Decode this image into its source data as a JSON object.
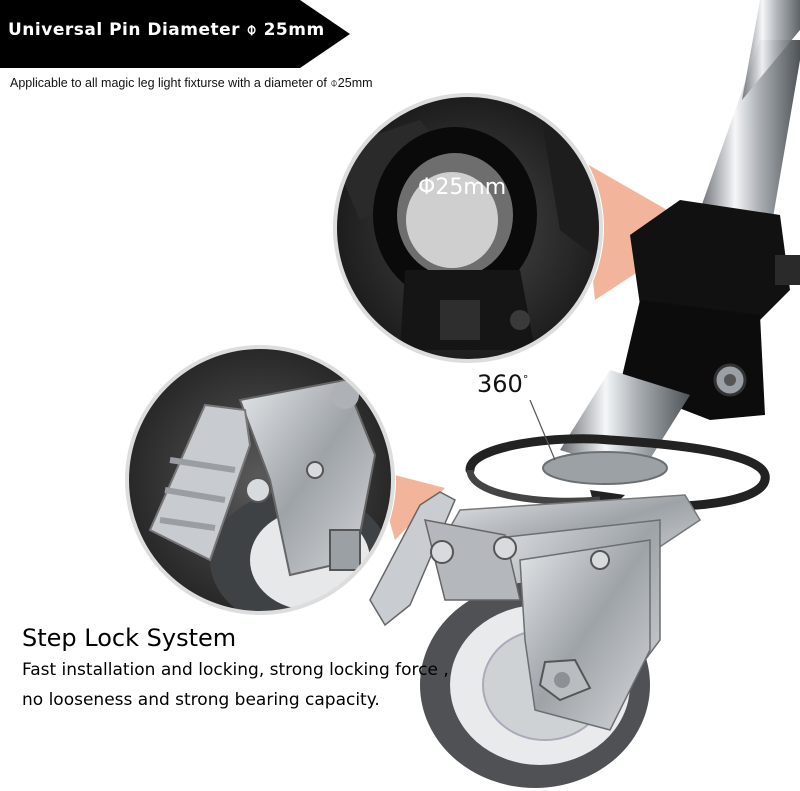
{
  "banner": {
    "title": "Universal Pin Diameter ⌽ 25mm"
  },
  "subtitle": "Applicable to all magic leg light fixturse with a diameter of ⌽25mm",
  "callout_diameter": "Φ25mm",
  "rotation": {
    "value": "360",
    "unit": "°"
  },
  "feature": {
    "title": "Step Lock System",
    "line1": "Fast installation and locking, strong locking force ,",
    "line2": "no looseness and strong bearing capacity."
  },
  "colors": {
    "banner_bg": "#000000",
    "callout_cone": "#f0a88a",
    "wheel_tire": "#555555",
    "metal": "#bfc3c7"
  }
}
